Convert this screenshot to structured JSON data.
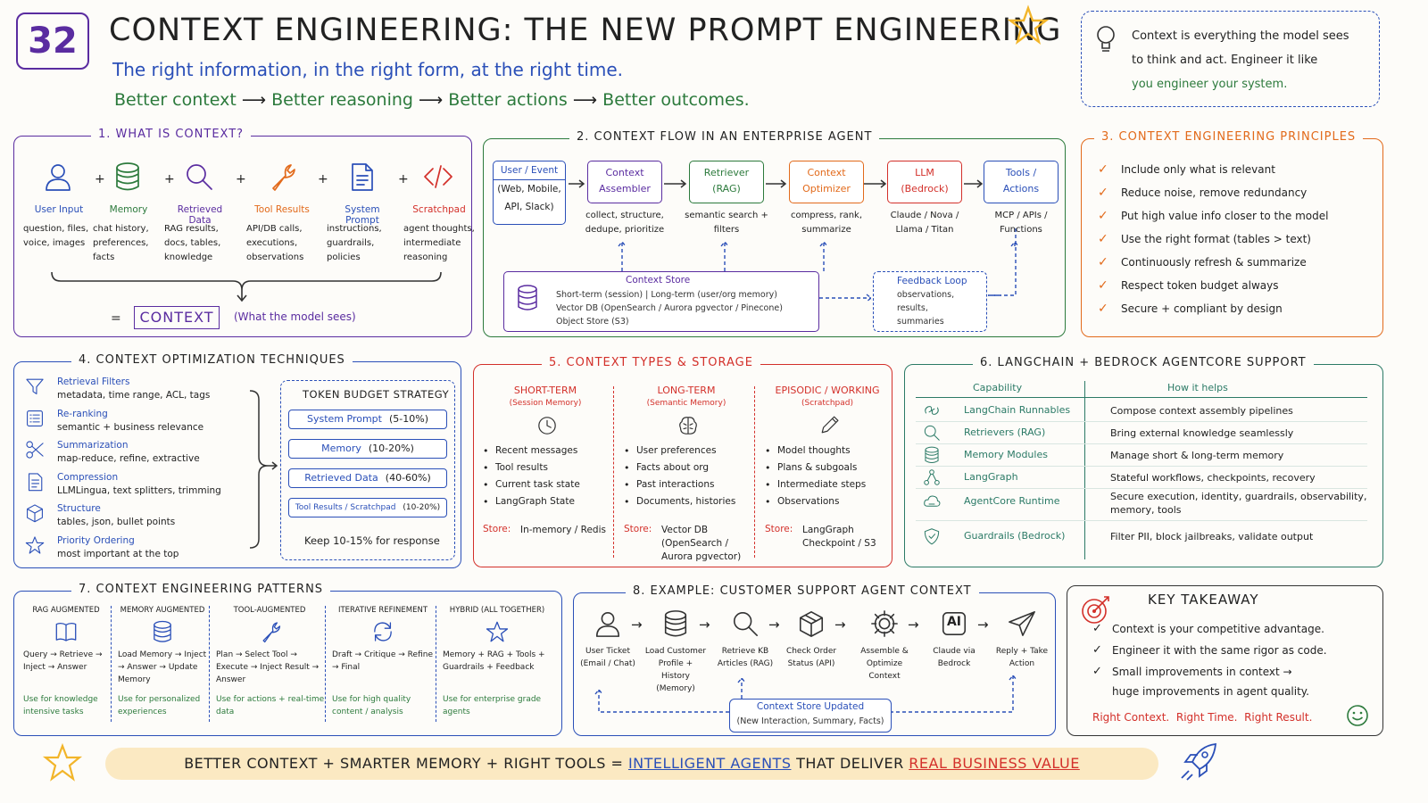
{
  "header": {
    "number": "32",
    "title": "CONTEXT ENGINEERING: THE NEW PROMPT ENGINEERING",
    "subtitle": "The right information, in the right form, at the right time.",
    "flow": [
      "Better context",
      "Better reasoning",
      "Better actions",
      "Better outcomes."
    ],
    "callout_line1": "Context is everything the model sees",
    "callout_line2": "to think and act. Engineer it like",
    "callout_line3": "you engineer your system."
  },
  "s1": {
    "title": "1. WHAT IS CONTEXT?",
    "items": [
      {
        "label": "User Input",
        "desc": "question, files, voice, images",
        "icon": "user-icon"
      },
      {
        "label": "Memory",
        "desc": "chat history, preferences, facts",
        "icon": "database-icon"
      },
      {
        "label": "Retrieved Data",
        "desc": "RAG results, docs, tables, knowledge",
        "icon": "magnifier-icon"
      },
      {
        "label": "Tool Results",
        "desc": "API/DB calls, executions, observations",
        "icon": "wrench-icon"
      },
      {
        "label": "System Prompt",
        "desc": "instructions, guardrails, policies",
        "icon": "document-icon"
      },
      {
        "label": "Scratchpad",
        "desc": "agent thoughts, intermediate reasoning",
        "icon": "code-icon"
      }
    ],
    "eq": "=",
    "result": "CONTEXT",
    "result_note": "(What the model sees)"
  },
  "s2": {
    "title": "2. CONTEXT FLOW IN AN ENTERPRISE AGENT",
    "nodes": [
      {
        "l1": "User / Event",
        "l2": "(Web, Mobile,",
        "l3": "API, Slack)"
      },
      {
        "l1": "Context",
        "l2": "Assembler",
        "d": "collect, structure, dedupe, prioritize"
      },
      {
        "l1": "Retriever",
        "l2": "(RAG)",
        "d": "semantic search + filters"
      },
      {
        "l1": "Context",
        "l2": "Optimizer",
        "d": "compress, rank, summarize"
      },
      {
        "l1": "LLM",
        "l2": "(Bedrock)",
        "d": "Claude / Nova / Llama / Titan"
      },
      {
        "l1": "Tools /",
        "l2": "Actions",
        "d": "MCP / APIs / Functions"
      }
    ],
    "store_title": "Context Store",
    "store_l1": "Short-term (session)  |  Long-term (user/org memory)",
    "store_l2": "Vector DB (OpenSearch / Aurora pgvector / Pinecone)",
    "store_l3": "Object Store (S3)",
    "feedback_title": "Feedback Loop",
    "feedback_l1": "observations,",
    "feedback_l2": "results,",
    "feedback_l3": "summaries"
  },
  "s3": {
    "title": "3. CONTEXT ENGINEERING PRINCIPLES",
    "items": [
      "Include only what is relevant",
      "Reduce noise, remove redundancy",
      "Put high value info closer to the model",
      "Use the right format (tables > text)",
      "Continuously refresh & summarize",
      "Respect token budget always",
      "Secure + compliant by design"
    ]
  },
  "s4": {
    "title": "4. CONTEXT OPTIMIZATION TECHNIQUES",
    "items": [
      {
        "label": "Retrieval Filters",
        "desc": "metadata, time range, ACL, tags",
        "icon": "filter-icon"
      },
      {
        "label": "Re-ranking",
        "desc": "semantic + business relevance",
        "icon": "list-icon"
      },
      {
        "label": "Summarization",
        "desc": "map-reduce, refine, extractive",
        "icon": "scissors-icon"
      },
      {
        "label": "Compression",
        "desc": "LLMLingua, text splitters, trimming",
        "icon": "compress-icon"
      },
      {
        "label": "Structure",
        "desc": "tables, json, bullet points",
        "icon": "cube-icon"
      },
      {
        "label": "Priority Ordering",
        "desc": "most important at the top",
        "icon": "star-icon"
      }
    ],
    "budget_title": "TOKEN BUDGET STRATEGY",
    "budget": [
      {
        "label": "System Prompt",
        "pct": "(5-10%)"
      },
      {
        "label": "Memory",
        "pct": "(10-20%)"
      },
      {
        "label": "Retrieved Data",
        "pct": "(40-60%)"
      },
      {
        "label": "Tool Results / Scratchpad",
        "pct": "(10-20%)"
      }
    ],
    "budget_note": "Keep 10-15% for response"
  },
  "s5": {
    "title": "5. CONTEXT TYPES & STORAGE",
    "cols": [
      {
        "title": "SHORT-TERM",
        "sub": "(Session Memory)",
        "icon": "clock-icon",
        "bullets": [
          "Recent messages",
          "Tool results",
          "Current task state",
          "LangGraph State"
        ],
        "store_label": "Store:",
        "store": "In-memory / Redis"
      },
      {
        "title": "LONG-TERM",
        "sub": "(Semantic Memory)",
        "icon": "brain-icon",
        "bullets": [
          "User preferences",
          "Facts about org",
          "Past interactions",
          "Documents, histories"
        ],
        "store_label": "Store:",
        "store": "Vector DB (OpenSearch / Aurora pgvector)"
      },
      {
        "title": "EPISODIC / WORKING",
        "sub": "(Scratchpad)",
        "icon": "pencil-icon",
        "bullets": [
          "Model thoughts",
          "Plans & subgoals",
          "Intermediate steps",
          "Observations"
        ],
        "store_label": "Store:",
        "store": "LangGraph Checkpoint / S3"
      }
    ]
  },
  "s6": {
    "title": "6. LANGCHAIN + BEDROCK AGENTCORE SUPPORT",
    "h1": "Capability",
    "h2": "How it helps",
    "rows": [
      {
        "cap": "LangChain Runnables",
        "help": "Compose context assembly pipelines",
        "icon": "chain-icon"
      },
      {
        "cap": "Retrievers (RAG)",
        "help": "Bring external knowledge seamlessly",
        "icon": "magnifier-icon"
      },
      {
        "cap": "Memory Modules",
        "help": "Manage short & long-term memory",
        "icon": "database-icon"
      },
      {
        "cap": "LangGraph",
        "help": "Stateful workflows, checkpoints, recovery",
        "icon": "graph-icon"
      },
      {
        "cap": "AgentCore Runtime",
        "help": "Secure execution, identity, guardrails, observability, memory, tools",
        "icon": "cloud-icon"
      },
      {
        "cap": "Guardrails (Bedrock)",
        "help": "Filter PII, block jailbreaks, validate output",
        "icon": "shield-icon"
      }
    ]
  },
  "s7": {
    "title": "7. CONTEXT ENGINEERING PATTERNS",
    "cols": [
      {
        "title": "RAG AUGMENTED",
        "icon": "book-icon",
        "flow": "Query → Retrieve → Inject → Answer",
        "use": "Use for knowledge intensive tasks"
      },
      {
        "title": "MEMORY AUGMENTED",
        "icon": "database-icon",
        "flow": "Load Memory → Inject → Answer → Update Memory",
        "use": "Use for personalized experiences"
      },
      {
        "title": "TOOL-AUGMENTED",
        "icon": "wrench-icon",
        "flow": "Plan → Select Tool → Execute → Inject Result → Answer",
        "use": "Use for actions + real-time data"
      },
      {
        "title": "ITERATIVE REFINEMENT",
        "icon": "refresh-icon",
        "flow": "Draft → Critique → Refine → Final",
        "use": "Use for high quality content / analysis"
      },
      {
        "title": "HYBRID (ALL TOGETHER)",
        "icon": "star-icon",
        "flow": "Memory + RAG + Tools + Guardrails + Feedback",
        "use": "Use for enterprise grade agents"
      }
    ]
  },
  "s8": {
    "title": "8. EXAMPLE: CUSTOMER SUPPORT AGENT CONTEXT",
    "steps": [
      {
        "label": "User Ticket (Email / Chat)",
        "icon": "user-icon"
      },
      {
        "label": "Load Customer Profile + History (Memory)",
        "icon": "database-icon"
      },
      {
        "label": "Retrieve KB Articles (RAG)",
        "icon": "magnifier-icon"
      },
      {
        "label": "Check Order Status (API)",
        "icon": "box-icon"
      },
      {
        "label": "Assemble & Optimize Context",
        "icon": "gear-icon"
      },
      {
        "label": "Claude via Bedrock",
        "icon": "ai-icon"
      },
      {
        "label": "Reply + Take Action",
        "icon": "send-icon"
      }
    ],
    "ai_text": "AI",
    "store_l1": "Context Store Updated",
    "store_l2": "(New Interaction, Summary, Facts)"
  },
  "s9": {
    "title": "KEY TAKEAWAY",
    "items": [
      "Context is your competitive advantage.",
      "Engineer it with the same rigor as code.",
      "Small improvements in context →",
      "huge improvements in agent quality."
    ],
    "footer": "Right Context.  Right Time.  Right Result."
  },
  "banner": {
    "p1": "BETTER CONTEXT  +  SMARTER MEMORY  +  RIGHT TOOLS  =",
    "p2": "INTELLIGENT AGENTS",
    "p3": "THAT DELIVER",
    "p4": "REAL BUSINESS VALUE"
  },
  "colors": {
    "purple": "#5a2ca0",
    "blue": "#2a4fb8",
    "green": "#2c7a3c",
    "orange": "#e26a1b",
    "red": "#d3302a",
    "teal": "#2b7a66",
    "gold": "#f2b52a"
  }
}
